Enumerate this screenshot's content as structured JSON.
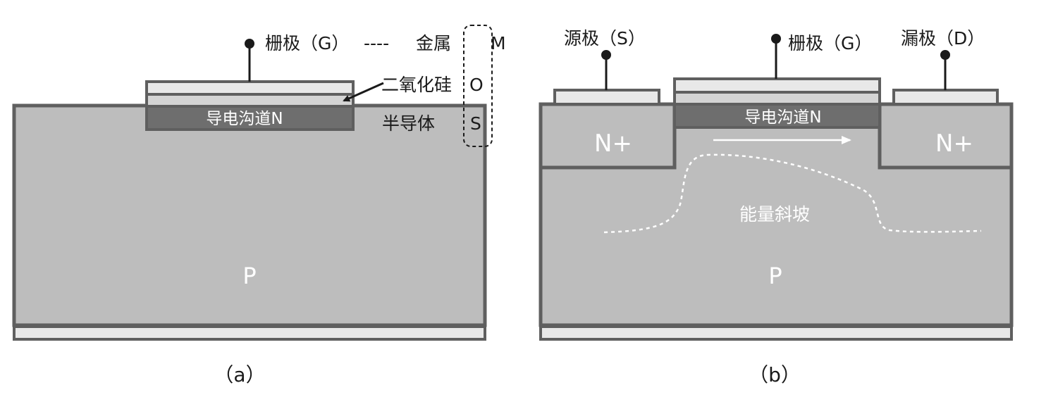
{
  "panel_a": {
    "gate": "栅极（G）",
    "gate_dash": "----",
    "metal": "金属",
    "oxide": "二氧化硅",
    "semiconductor": "半导体",
    "letter_m": "M",
    "letter_o": "O",
    "letter_s": "S",
    "channel": "导电沟道N",
    "substrate": "P",
    "caption": "（a）"
  },
  "panel_b": {
    "source": "源极（S）",
    "gate": "栅极（G）",
    "drain": "漏极（D）",
    "n_left": "N+",
    "n_right": "N+",
    "channel": "导电沟道N",
    "energy_slope": "能量斜坡",
    "substrate": "P",
    "caption": "（b）"
  },
  "colors": {
    "substrate": "#bdbdbd",
    "outline": "#5f5f5f",
    "channel": "#6e6e6e",
    "metal": "#e8e8e8",
    "oxide": "#d4d4d4"
  }
}
